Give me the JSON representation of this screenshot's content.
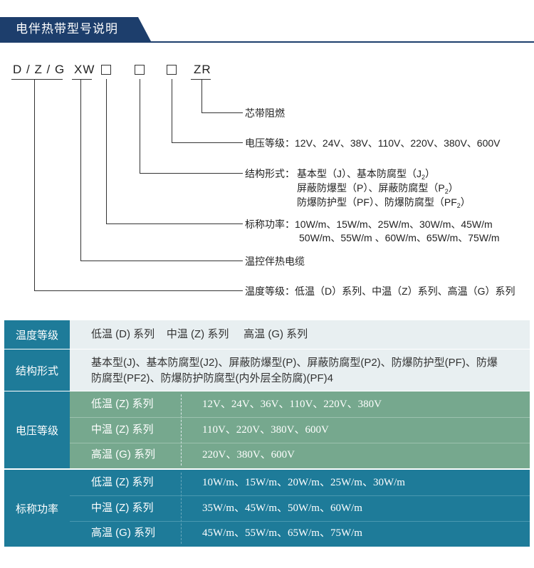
{
  "header": {
    "title": "电伴热带型号说明"
  },
  "model": {
    "prefix": "D / Z / G",
    "xw": "XW",
    "zr": "ZR"
  },
  "legend": {
    "flame": "芯带阻燃",
    "voltage_label": "电压等级：",
    "voltage_values": "12V、24V、38V、110V、220V、380V、600V",
    "structure_label": "结构形式：",
    "structure_line1_a": "基本型（J）、基本防腐型（J",
    "structure_line1_sub": "2",
    "structure_line1_b": "）",
    "structure_line2_a": "屏蔽防爆型（P）、屏蔽防腐型（P",
    "structure_line2_sub": "2",
    "structure_line2_b": "）",
    "structure_line3_a": "防爆防护型（PF）、防爆防腐型（PF",
    "structure_line3_sub": "2",
    "structure_line3_b": "）",
    "power_label": "标称功率：",
    "power_line1": "10W/m、15W/m、25W/m、30W/m、45W/m",
    "power_line2": "50W/m、55W/m 、60W/m、65W/m、75W/m",
    "cable": "温控伴热电缆",
    "temp": "温度等级：低温（D）系列、中温（Z）系列、高温（G）系列"
  },
  "table": {
    "temp_header": "温度等级",
    "temp_content": "低温 (D) 系列    中温 (Z) 系列     高温 (G) 系列",
    "struct_header": "结构形式",
    "struct_line1": "基本型(J)、基本防腐型(J2)、屏蔽防爆型(P)、屏蔽防腐型(P2)、防爆防护型(PF)、防爆",
    "struct_line2": "防腐型(PF2)、防爆防护防腐型(内外层全防腐)(PF)4",
    "voltage_header": "电压等级",
    "voltage_rows": [
      {
        "series": "低温 (Z) 系列",
        "values": "12V、24V、36V、110V、220V、380V"
      },
      {
        "series": "中温 (Z) 系列",
        "values": "110V、220V、380V、600V"
      },
      {
        "series": "高温 (G) 系列",
        "values": "220V、380V、600V"
      }
    ],
    "power_header": "标称功率",
    "power_rows": [
      {
        "series": "低温 (Z) 系列",
        "values": "10W/m、15W/m、20W/m、25W/m、30W/m"
      },
      {
        "series": "中温 (Z) 系列",
        "values": "35W/m、45W/m、50W/m、60W/m"
      },
      {
        "series": "高温 (G) 系列",
        "values": "45W/m、55W/m、65W/m、75W/m"
      }
    ],
    "colors": {
      "header_blue": "#1e7b99",
      "title_navy": "#1d3e6c",
      "row_light": "#e8eff1",
      "voltage_green": "#76a88e",
      "power_blue": "#1e7b99"
    }
  }
}
